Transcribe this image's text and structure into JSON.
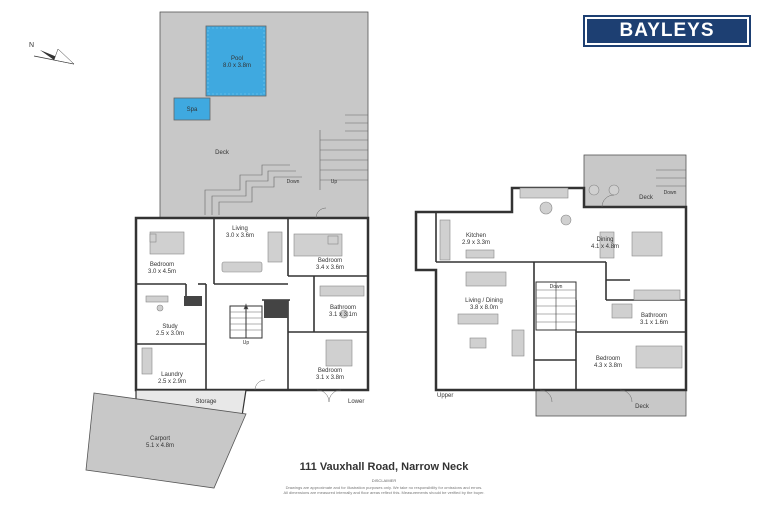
{
  "brand": {
    "name": "BAYLEYS",
    "color": "#1d3f72"
  },
  "address": "111 Vauxhall Road, Narrow Neck",
  "disclaimer": {
    "title": "DISCLAIMER",
    "line1": "Drawings are approximate and for illustration purposes only. We take no responsibility for omissions and errors.",
    "line2": "All dimensions are measured internally and floor areas reflect this. Measurements should be verified by the buyer."
  },
  "compass": {
    "label": "N"
  },
  "levels": {
    "lower": "Lower",
    "upper": "Upper"
  },
  "lower": {
    "pool": {
      "name": "Pool",
      "size": "8.0 x 3.8m"
    },
    "spa": {
      "name": "Spa"
    },
    "deck": {
      "name": "Deck"
    },
    "down": "Down",
    "up": "Up",
    "living": {
      "name": "Living",
      "size": "3.0 x 3.6m"
    },
    "bedroom1": {
      "name": "Bedroom",
      "size": "3.0 x 4.5m"
    },
    "bedroom2": {
      "name": "Bedroom",
      "size": "3.4 x 3.6m"
    },
    "bathroom": {
      "name": "Bathroom",
      "size": "3.1 x 3.1m"
    },
    "study": {
      "name": "Study",
      "size": "2.5 x 3.0m"
    },
    "laundry": {
      "name": "Laundry",
      "size": "2.5 x 2.9m"
    },
    "bedroom3": {
      "name": "Bedroom",
      "size": "3.1 x 3.8m"
    },
    "storage": {
      "name": "Storage"
    },
    "carport": {
      "name": "Carport",
      "size": "5.1 x 4.8m"
    },
    "stair_up": "Up"
  },
  "upper": {
    "kitchen": {
      "name": "Kitchen",
      "size": "2.9 x 3.3m"
    },
    "dining": {
      "name": "Dining",
      "size": "4.1 x 4.8m"
    },
    "living_dining": {
      "name": "Living / Dining",
      "size": "3.8 x 8.0m"
    },
    "down": "Down",
    "deck_top": {
      "name": "Deck"
    },
    "deck_down": "Down",
    "bathroom": {
      "name": "Bathroom",
      "size": "3.1 x 1.6m"
    },
    "bedroom": {
      "name": "Bedroom",
      "size": "4.3 x 3.8m"
    },
    "deck_bottom": {
      "name": "Deck"
    }
  },
  "colors": {
    "pool": "#3fa9e0",
    "deck": "#c8c8c8",
    "wall": "#333333",
    "furniture": "#d0d0d0"
  }
}
